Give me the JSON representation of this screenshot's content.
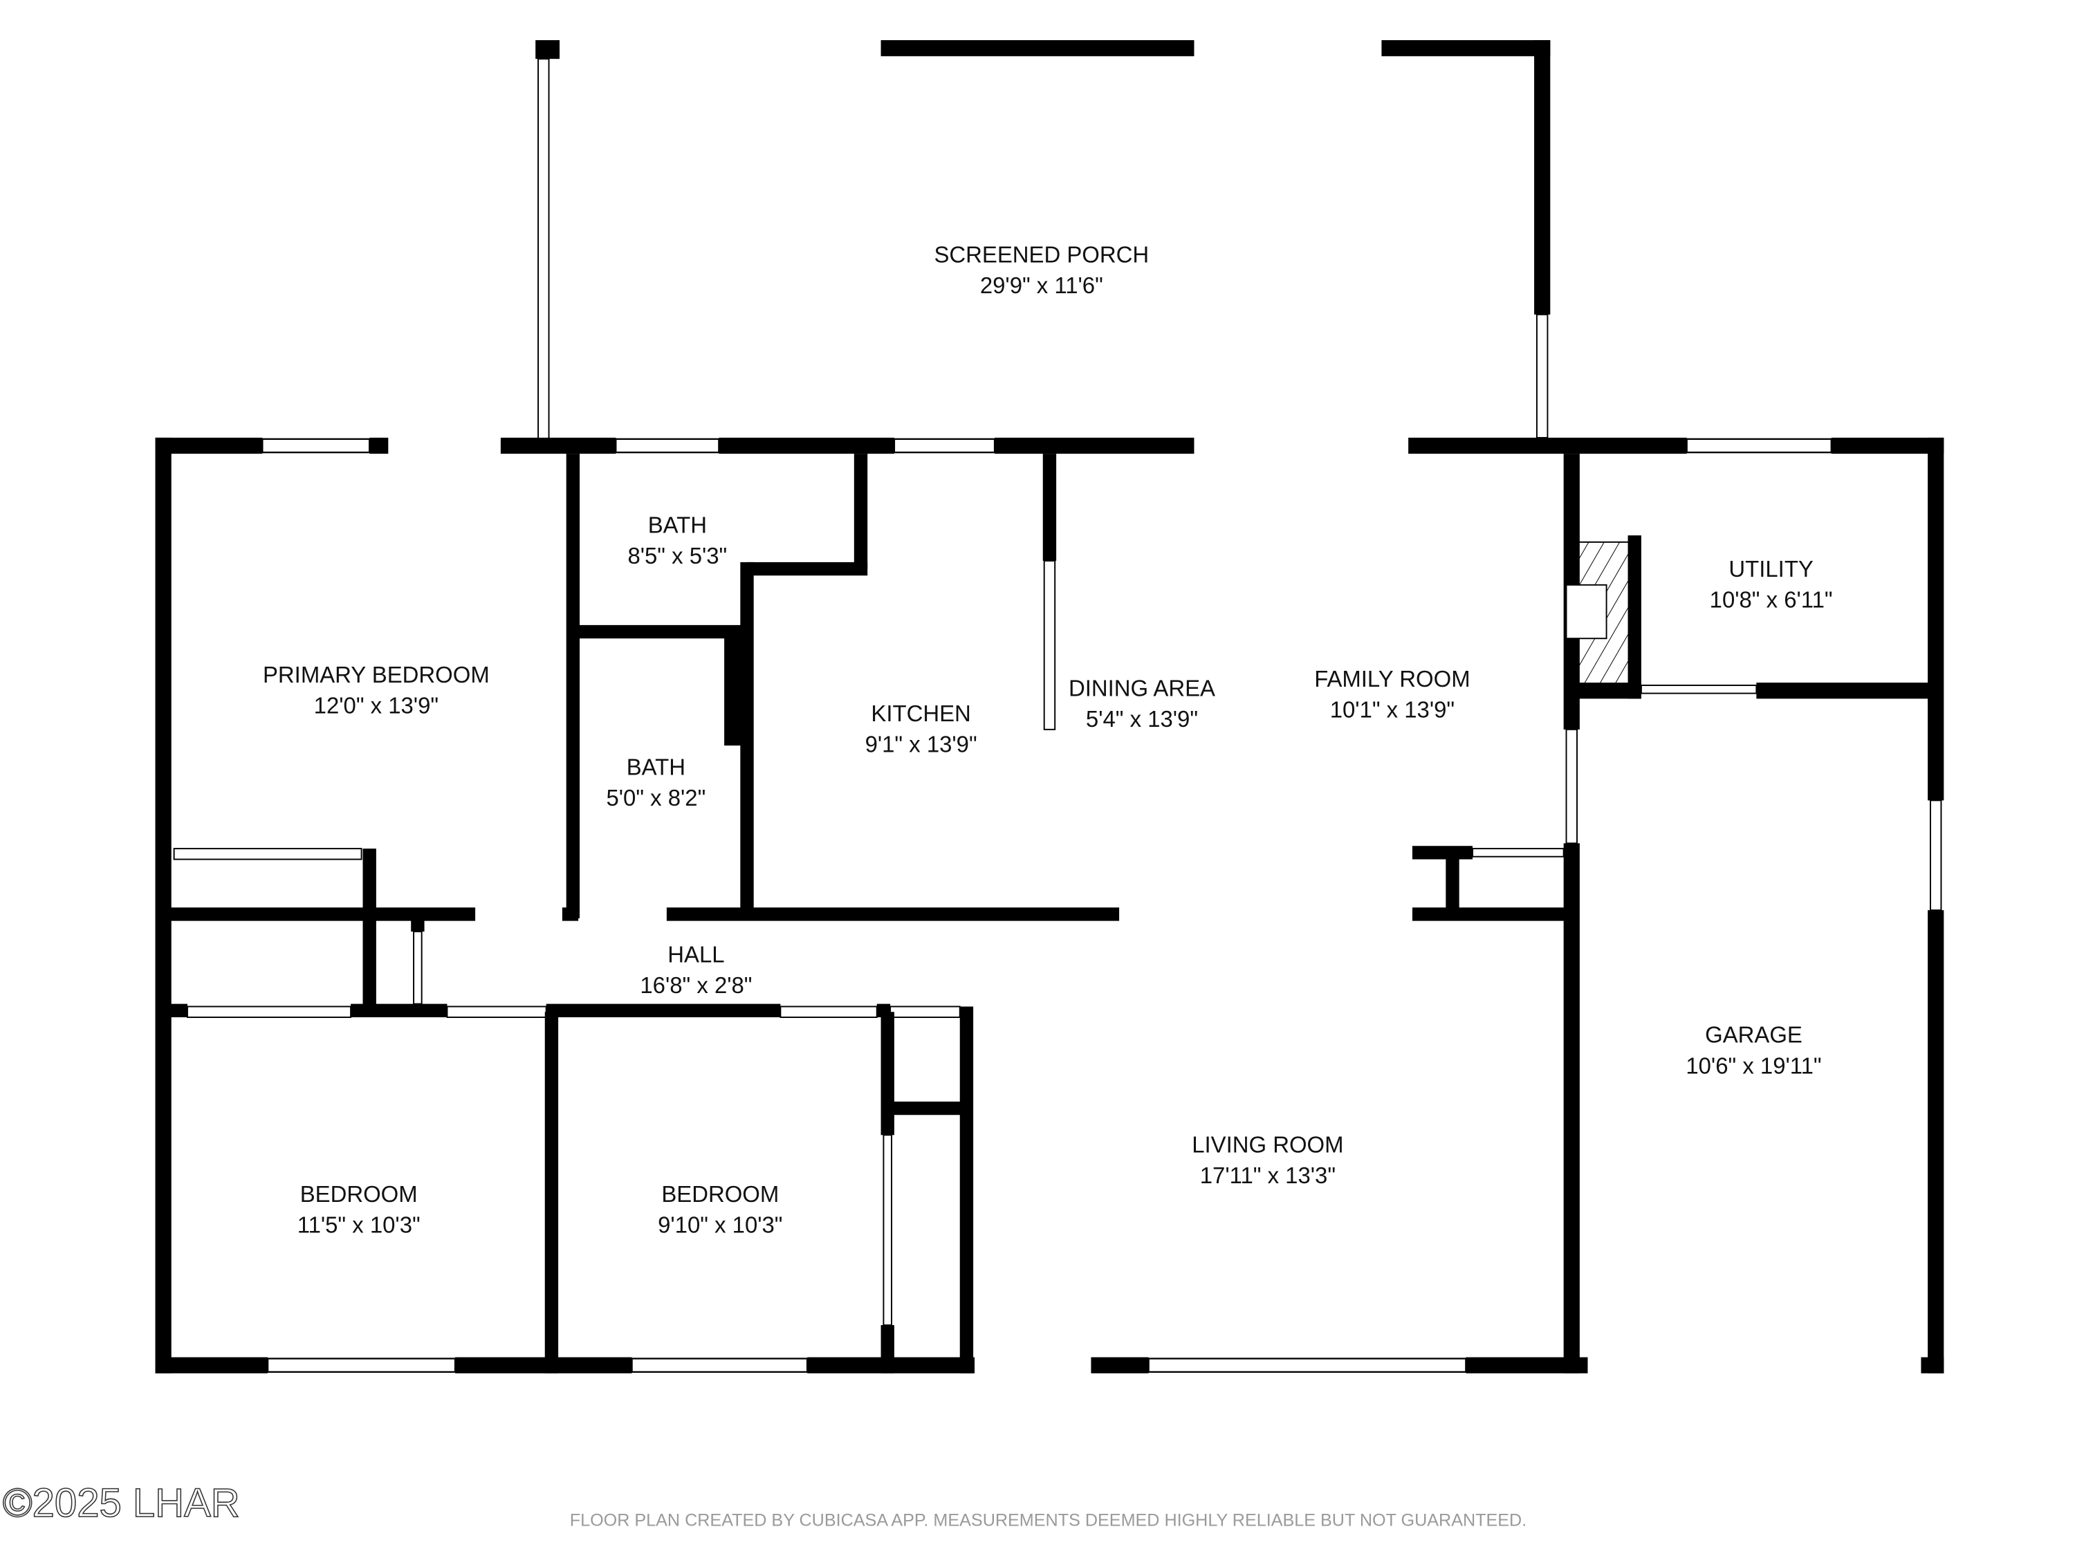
{
  "rooms": [
    {
      "name": "SCREENED PORCH",
      "size": "29'9\" x 11'6\""
    },
    {
      "name": "BATH",
      "size": "8'5\" x 5'3\""
    },
    {
      "name": "PRIMARY BEDROOM",
      "size": "12'0\" x 13'9\""
    },
    {
      "name": "BATH",
      "size": "5'0\" x 8'2\""
    },
    {
      "name": "KITCHEN",
      "size": "9'1\" x 13'9\""
    },
    {
      "name": "DINING AREA",
      "size": "5'4\" x 13'9\""
    },
    {
      "name": "FAMILY ROOM",
      "size": "10'1\" x 13'9\""
    },
    {
      "name": "UTILITY",
      "size": "10'8\" x 6'11\""
    },
    {
      "name": "HALL",
      "size": "16'8\" x 2'8\""
    },
    {
      "name": "GARAGE",
      "size": "10'6\" x 19'11\""
    },
    {
      "name": "BEDROOM",
      "size": "11'5\" x 10'3\""
    },
    {
      "name": "BEDROOM",
      "size": "9'10\" x 10'3\""
    },
    {
      "name": "LIVING ROOM",
      "size": "17'11\" x 13'3\""
    }
  ],
  "watermark": "©2025 LHAR",
  "footer": "FLOOR PLAN CREATED BY CUBICASA APP. MEASUREMENTS DEEMED HIGHLY RELIABLE BUT NOT GUARANTEED."
}
